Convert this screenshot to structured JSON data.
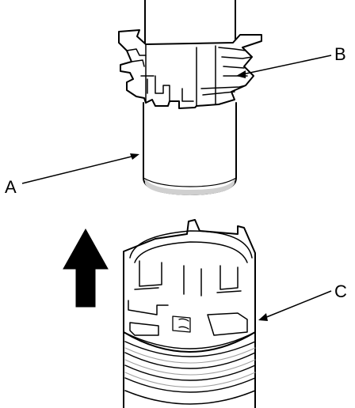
{
  "callouts": {
    "a": "A",
    "b": "B",
    "c": "C"
  },
  "colors": {
    "ink": "#000000",
    "paper": "#ffffff",
    "shade": "#d0d0d0"
  },
  "icons": {
    "direction": "arrow-up-icon"
  }
}
